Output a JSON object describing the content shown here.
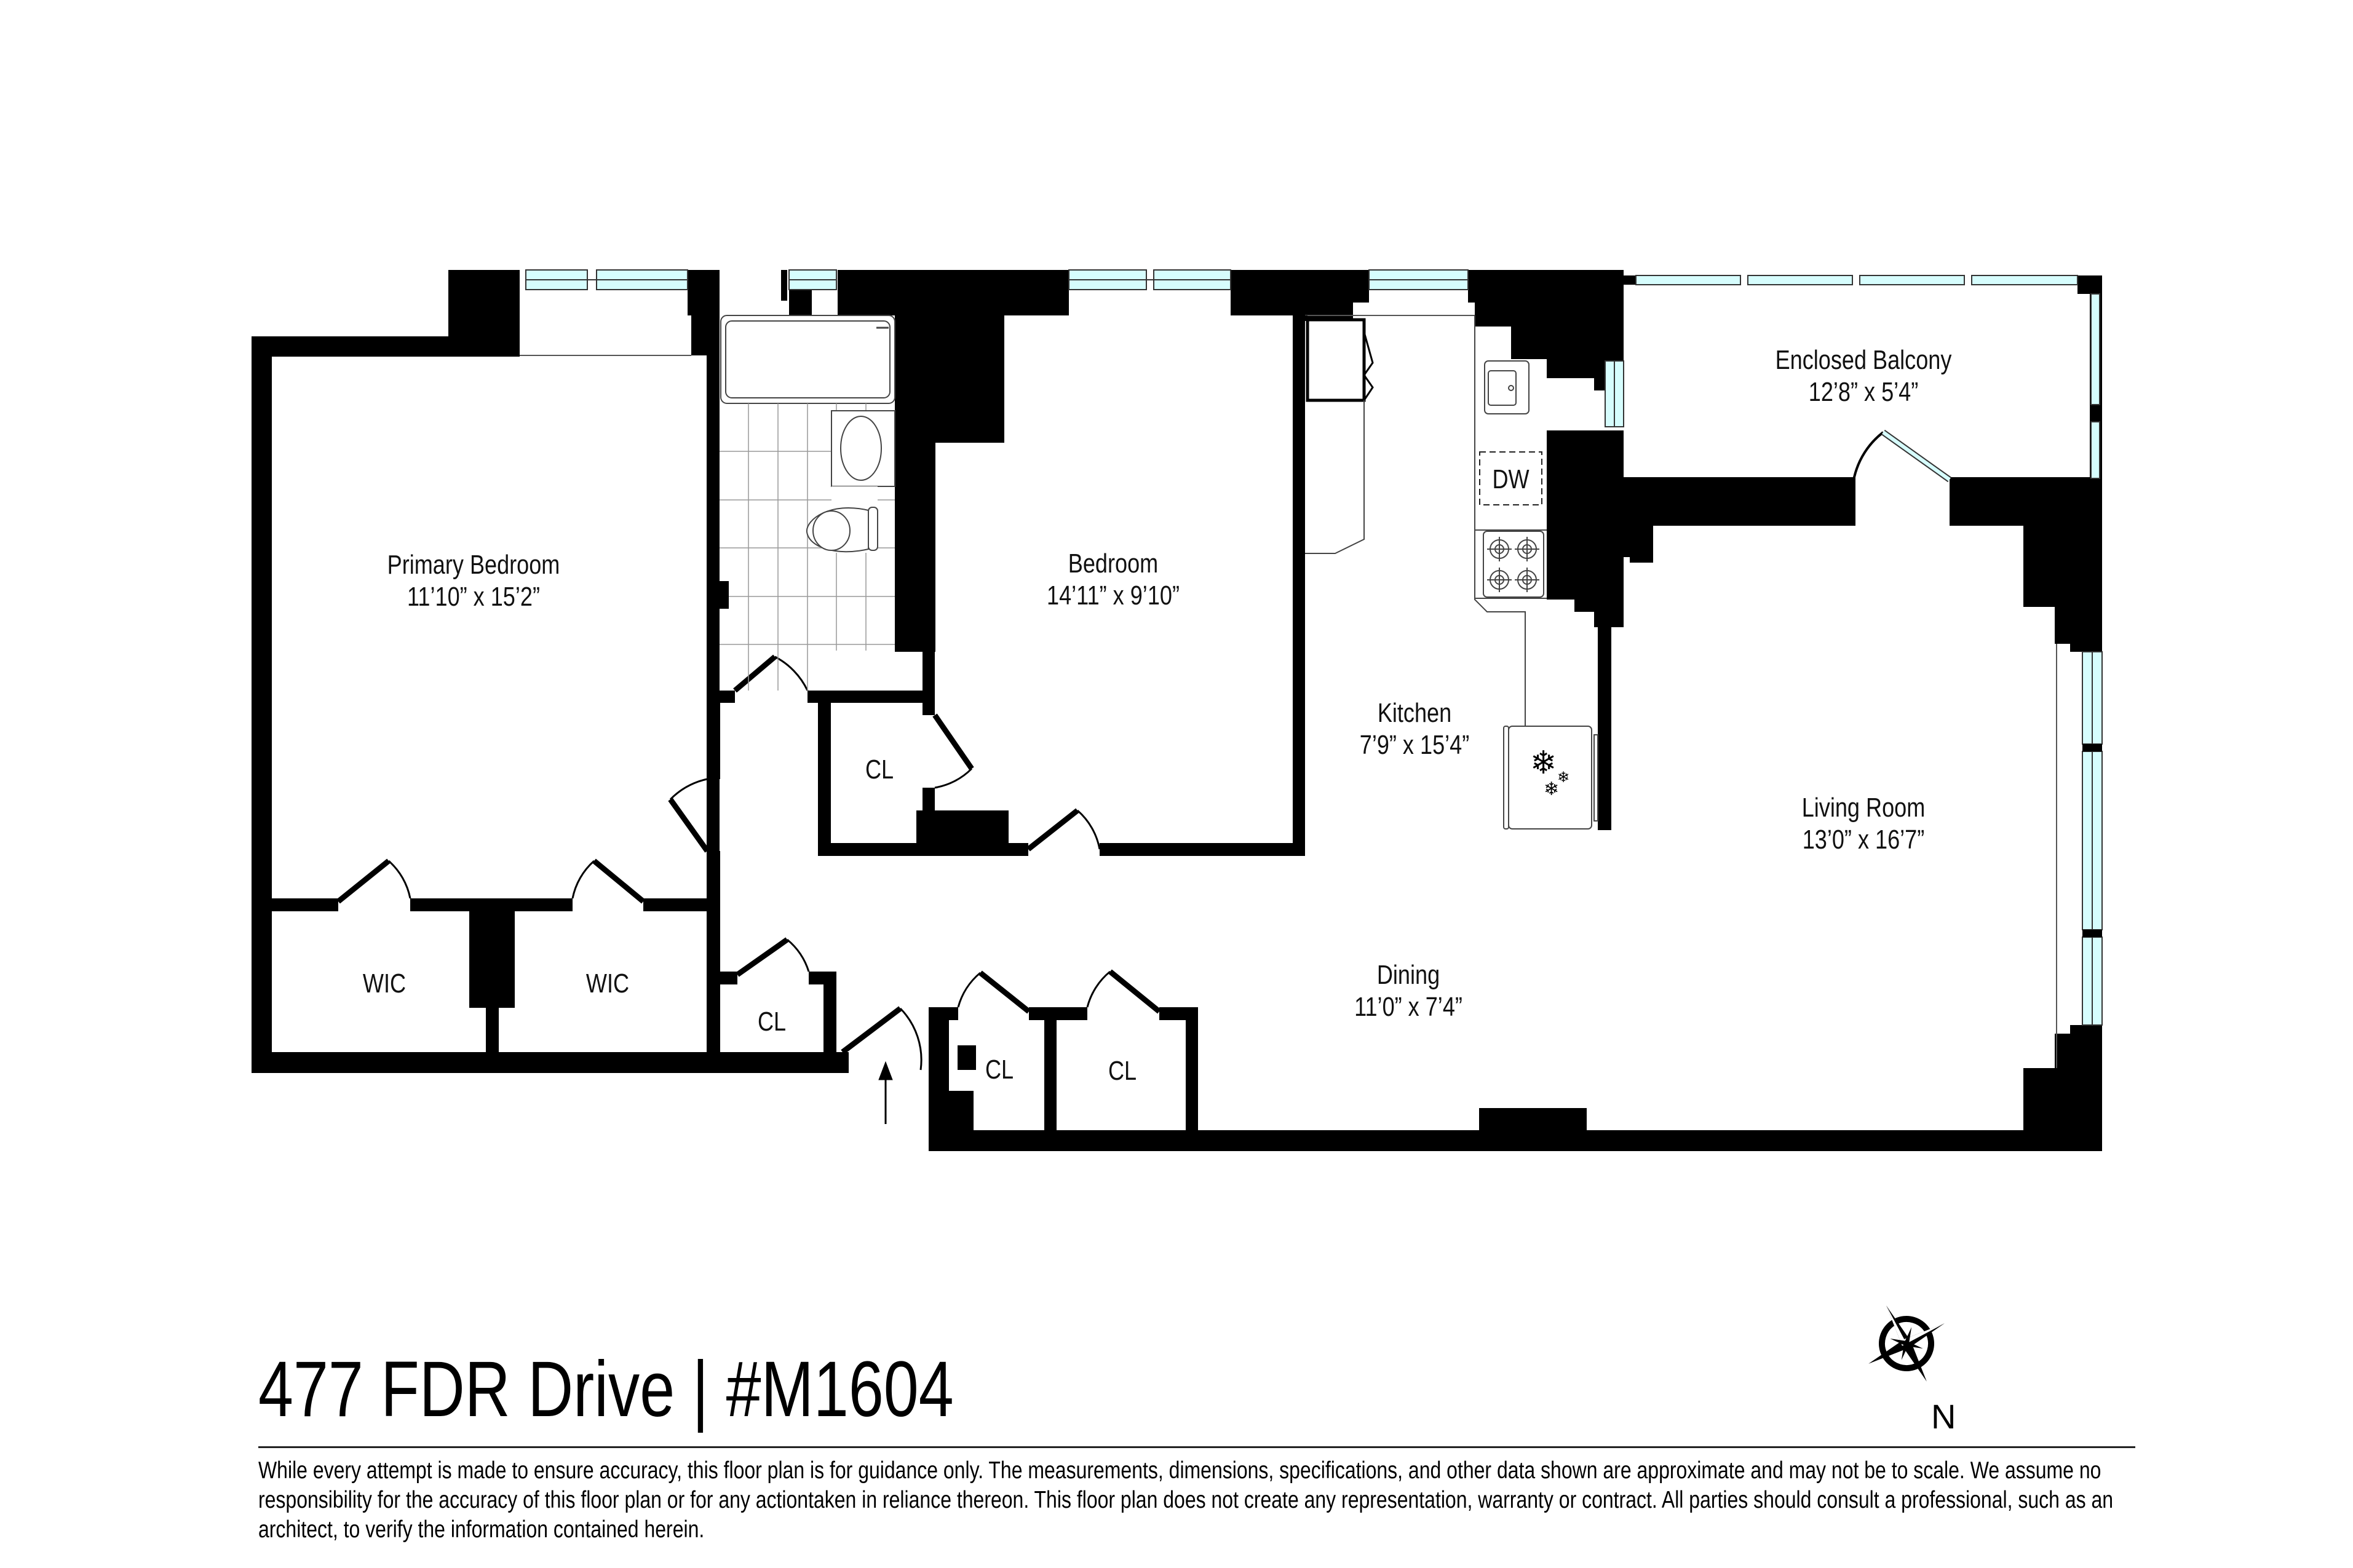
{
  "listing": {
    "title": "477 FDR Drive | #M1604",
    "disclaimer": "While every attempt is made to ensure accuracy, this floor plan is for guidance only. The measurements, dimensions, specifications, and other data shown are approximate and may not be to scale.  We assume no responsibility for the accuracy of this floor plan or for any actiontaken in reliance thereon.  This floor plan does not create any representation, warranty or contract. All parties should consult a professional, such as an architect, to verify the information contained herein."
  },
  "compass": {
    "icon": "compass-rose-icon",
    "label": "N"
  },
  "rooms": [
    {
      "id": "primary-bedroom",
      "name": "Primary Bedroom",
      "dimensions": "11’10” x 15’2”"
    },
    {
      "id": "bedroom",
      "name": "Bedroom",
      "dimensions": "14’11” x 9’10”"
    },
    {
      "id": "kitchen",
      "name": "Kitchen",
      "dimensions": "7’9” x 15’4”"
    },
    {
      "id": "enclosed-balcony",
      "name": "Enclosed Balcony",
      "dimensions": "12’8” x 5’4”"
    },
    {
      "id": "living-room",
      "name": "Living Room",
      "dimensions": "13’0” x 16’7”"
    },
    {
      "id": "dining",
      "name": "Dining",
      "dimensions": "11’0” x 7’4”"
    }
  ],
  "small_labels": {
    "wic_left": "WIC",
    "wic_right": "WIC",
    "cl_bedroom": "CL",
    "cl_hall": "CL",
    "cl_dining_left": "CL",
    "cl_dining_right": "CL",
    "dishwasher": "DW"
  },
  "fixtures": [
    "bathtub-icon",
    "bathroom-sink-icon",
    "toilet-icon",
    "kitchen-sink-icon",
    "dishwasher-icon",
    "stove-icon",
    "refrigerator-icon",
    "entry-arrow-icon"
  ],
  "colors": {
    "wall": "#000000",
    "window_glass": "#d6fdfd",
    "background": "#ffffff",
    "fixture_line": "#555555"
  }
}
